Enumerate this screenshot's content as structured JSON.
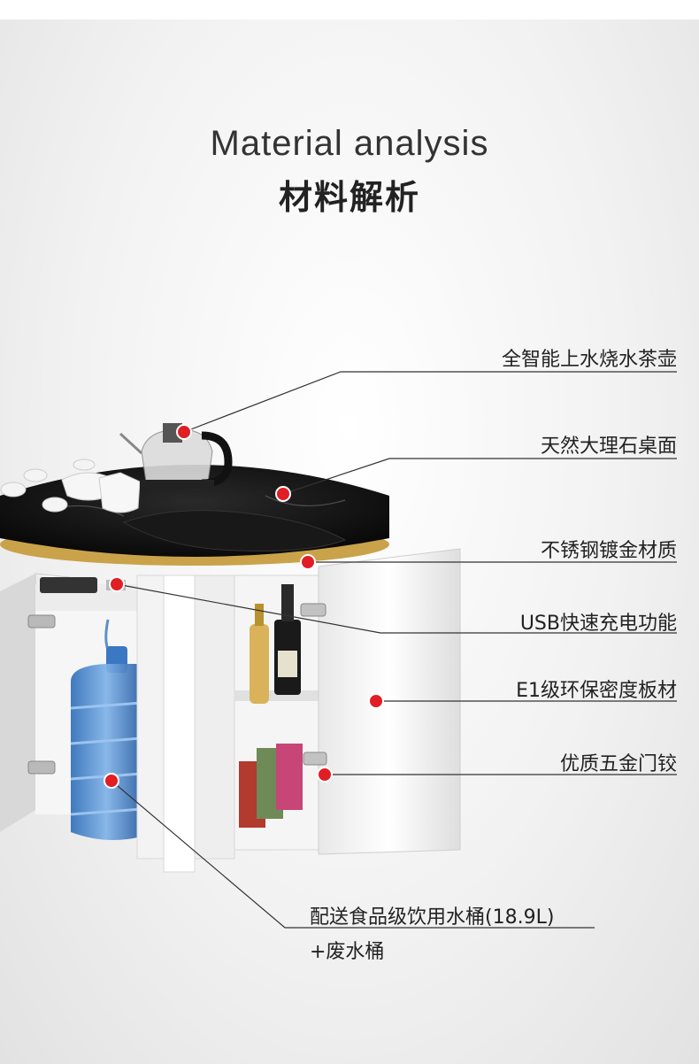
{
  "heading": {
    "english": "Material analysis",
    "chinese": "材料解析"
  },
  "callouts": [
    "全智能上水烧水茶壶",
    "天然大理石桌面",
    "不锈钢镀金材质",
    "USB快速充电功能",
    "E1级环保密度板材",
    "优质五金门铰"
  ],
  "bottom_callout": {
    "line1": "配送食品级饮用水桶(18.9L)",
    "line2": "+废水桶"
  },
  "colors": {
    "dot": "#e01e24",
    "line": "#333333",
    "marble": "#111111",
    "gold_rim": "#c9a24a",
    "cabinet": "#ffffff"
  }
}
